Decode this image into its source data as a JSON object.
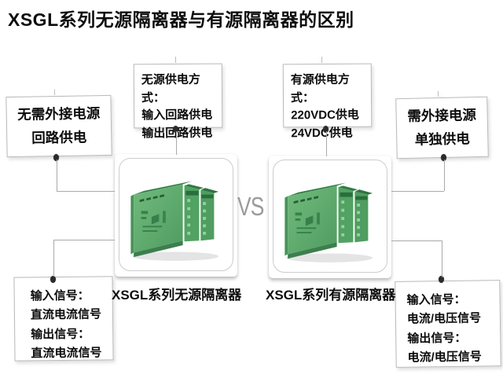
{
  "title": "XSGL系列无源隔离器与有源隔离器的区别",
  "vs_label": "VS",
  "annotations": {
    "passive_power_source": {
      "lines": [
        "无需外接电源",
        "回路供电"
      ]
    },
    "passive_power_mode": {
      "lines": [
        "无源供电方式：",
        "输入回路供电",
        "输出回路供电"
      ]
    },
    "active_power_mode": {
      "lines": [
        "有源供电方式：",
        "220VDC供电",
        "24VDC供电"
      ]
    },
    "active_power_source": {
      "lines": [
        "需外接电源",
        "单独供电"
      ]
    },
    "passive_signals": {
      "lines": [
        "输入信号：",
        "直流电流信号",
        "输出信号：",
        "直流电流信号"
      ]
    },
    "active_signals": {
      "lines": [
        "输入信号：",
        "电流/电压信号",
        "输出信号：",
        "电流/电压信号"
      ]
    }
  },
  "products": {
    "passive": {
      "caption": "XSGL系列无源隔离器",
      "image": "green-din-rail-isolator-modules"
    },
    "active": {
      "caption": "XSGL系列有源隔离器",
      "image": "green-din-rail-isolator-modules"
    }
  },
  "colors": {
    "module_green": "#55a563",
    "module_green_dark": "#2e7b43",
    "connector_line": "#a9a9a9",
    "connector_dot": "#2b2b2b",
    "vs_text": "#9b9b9b",
    "box_border": "#b9b9b9"
  }
}
